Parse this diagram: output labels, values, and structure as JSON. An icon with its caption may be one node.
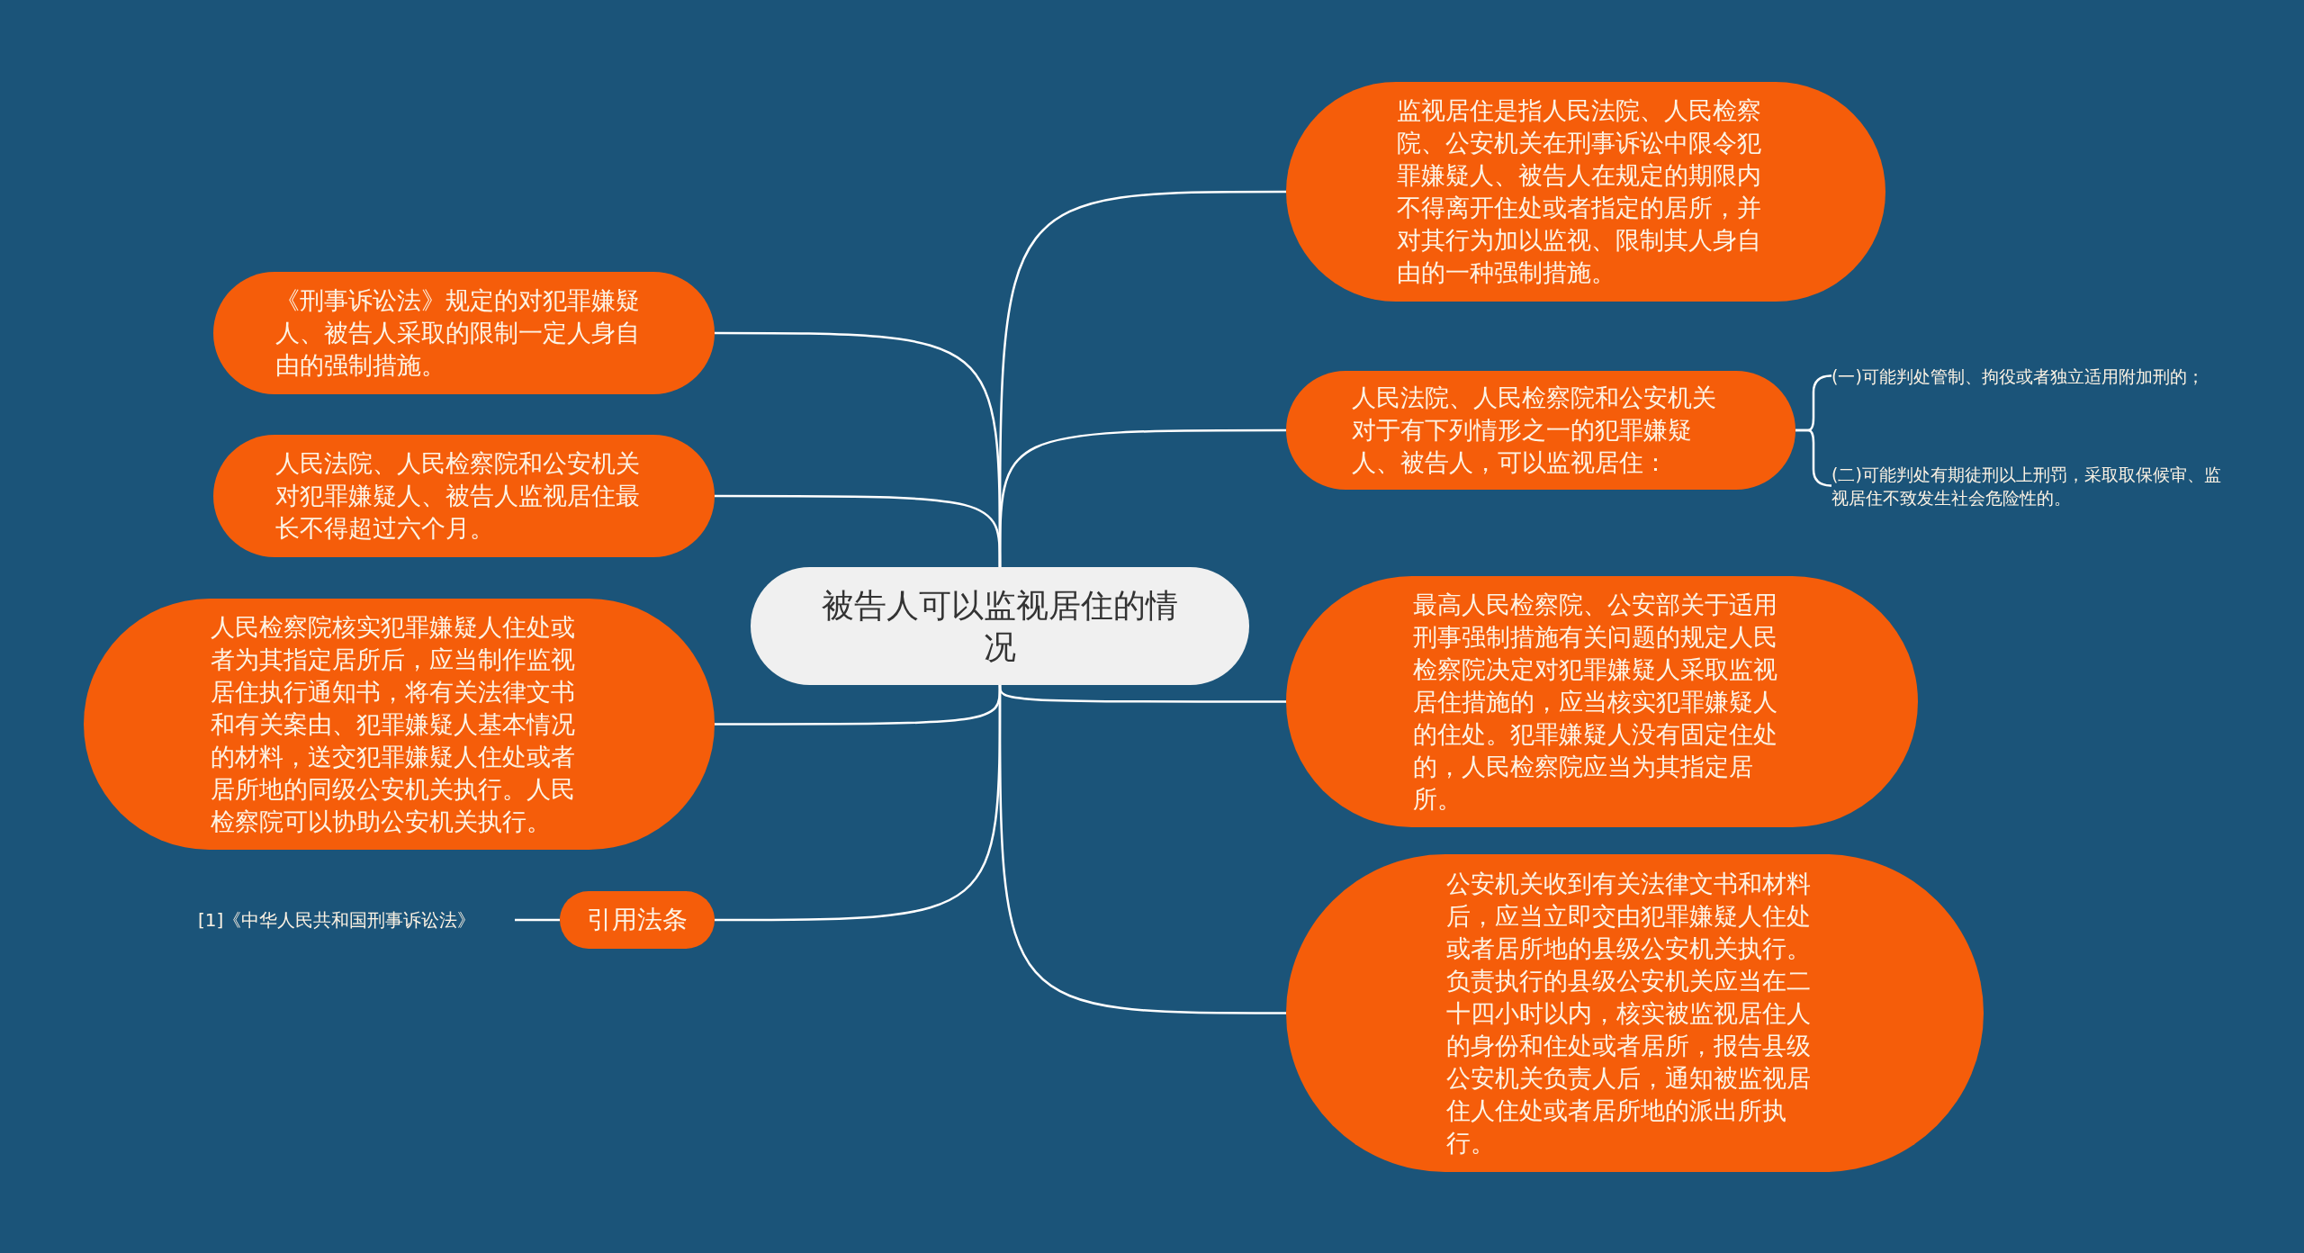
{
  "diagram": {
    "nodes": [
      {
        "text": [
          "被告人可以监视居住的情况"
        ]
      },
      {
        "text": [
          "《刑事诉讼法》规定的对犯罪嫌疑人、被告人采取的限制一定人身自由的强制措施。"
        ]
      },
      {
        "text": [
          "人民法院、人民检察院和公安机关对犯罪嫌疑人、被告人监视居住最长不得超过六个月。"
        ]
      },
      {
        "text": [
          "人民检察院核实犯罪嫌疑人住处或者为其指定居所后，应当制作监视居住执行通知书，将有关法律文书和有关案由、犯罪嫌疑人基本情况的材料，送交犯罪嫌疑人住处或者居所地的同级公安机关执行。人民检察院可以协助公安机关执行。"
        ]
      },
      {
        "text": [
          "引用法条"
        ]
      },
      {
        "text": [
          "[1]《中华人民共和国刑事诉讼法》"
        ]
      },
      {
        "text": [
          "监视居住是指人民法院、人民检察院、公安机关在刑事诉讼中限令犯罪嫌疑人、被告人在规定的期限内不得离开住处或者指定的居所，并对其行为加以监视、限制其人身自由的一种强制措施。"
        ]
      },
      {
        "text": [
          "人民法院、人民检察院和公安机关对于有下列情形之一的犯罪嫌疑人、被告人，可以监视居住："
        ]
      },
      {
        "text": [
          "(一)可能判处管制、拘役或者独立适用附加刑的；"
        ]
      },
      {
        "text": [
          "(二)可能判处有期徒刑以上刑罚，采取取保候审、监视居住不致发生社会危险性的。"
        ]
      },
      {
        "text": [
          "最高人民检察院、公安部关于适用刑事强制措施有关问题的规定人民检察院决定对犯罪嫌疑人采取监视居住措施的，应当核实犯罪嫌疑人的住处。犯罪嫌疑人没有固定住处的，人民检察院应当为其指定居所。"
        ]
      },
      {
        "text": [
          "公安机关收到有关法律文书和材料后，应当立即交由犯罪嫌疑人住处或者居所地的县级公安机关执行。负责执行的县级公安机关应当在二十四小时以内，核实被监视居住人的身份和住处或者居所，报告县级公安机关负责人后，通知被监视居住人住处或者居所地的派出所执行。"
        ]
      }
    ],
    "edges": [
      {
        "from": 0,
        "to": 1,
        "arrow": "none"
      },
      {
        "from": 0,
        "to": 2,
        "arrow": "none"
      },
      {
        "from": 0,
        "to": 3,
        "arrow": "none"
      },
      {
        "from": 0,
        "to": 4,
        "arrow": "none"
      },
      {
        "from": 4,
        "to": 5,
        "arrow": "none"
      },
      {
        "from": 0,
        "to": 6,
        "arrow": "none"
      },
      {
        "from": 0,
        "to": 7,
        "arrow": "none"
      },
      {
        "from": 7,
        "to": 8,
        "arrow": "none"
      },
      {
        "from": 7,
        "to": 9,
        "arrow": "none"
      },
      {
        "from": 0,
        "to": 10,
        "arrow": "none"
      },
      {
        "from": 0,
        "to": 11,
        "arrow": "none"
      }
    ]
  }
}
